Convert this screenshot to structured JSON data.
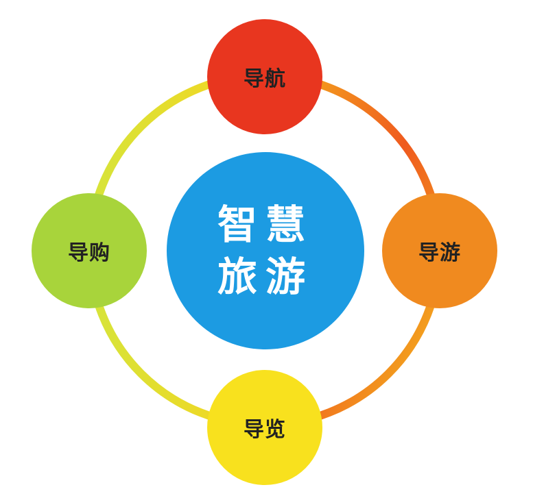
{
  "center": {
    "line1": "智慧",
    "line2": "旅游",
    "color": "#1c9be2"
  },
  "nodes": [
    {
      "id": "top",
      "label": "导航",
      "color": "#e8361f"
    },
    {
      "id": "right",
      "label": "导游",
      "color": "#f08a1f"
    },
    {
      "id": "bottom",
      "label": "导览",
      "color": "#f8e11e"
    },
    {
      "id": "left",
      "label": "导购",
      "color": "#a8d43b"
    }
  ]
}
